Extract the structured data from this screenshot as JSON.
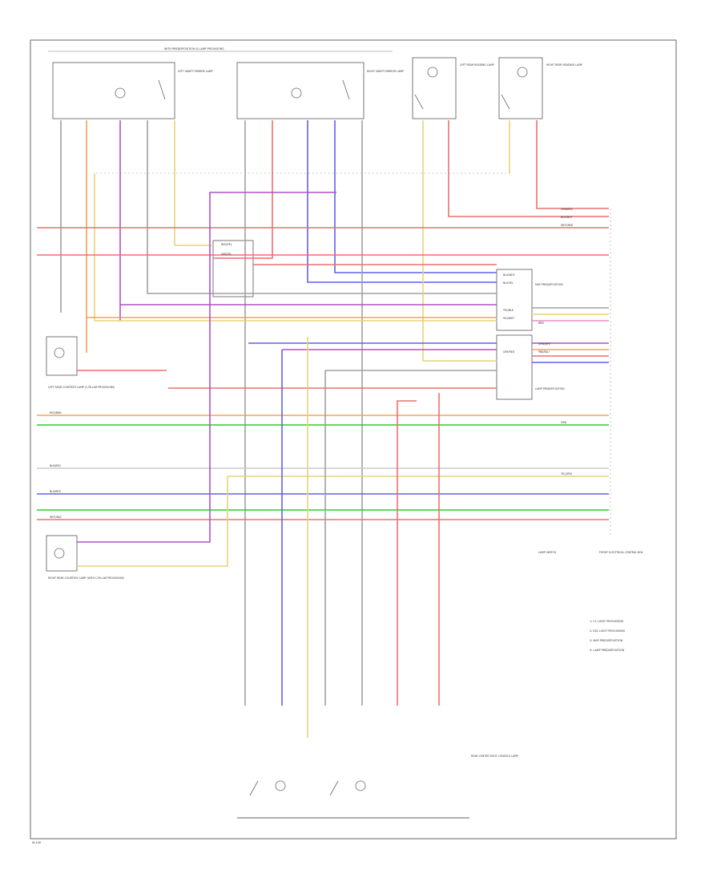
{
  "title": "WITH PREDISPOSITION & LAMP PROVISIONS",
  "page_ref": "W-140",
  "colors": {
    "orange": "#f4a15c",
    "yellow": "#e8d27a",
    "purple": "#b050c8",
    "gray": "#a0a0a0",
    "black": "#555555",
    "red": "#ef6f6f",
    "blue": "#6060ea",
    "green": "#2ecc2e",
    "pink": "#ee8ec4",
    "brown": "#b58a5a"
  },
  "components": {
    "left_vanity": "LEFT VANITY MIRROR LAMP",
    "right_vanity": "RIGHT VANITY MIRROR LAMP",
    "left_rear_reading": "LEFT REAR READING LAMP",
    "right_rear_reading": "RIGHT REAR READING LAMP",
    "left_rear_courtesy": "LEFT REAR COURTESY LAMP (C-PILLAR PROVISIONS)",
    "right_rear_courtesy": "RIGHT REAR COURTESY LAMP (WITH C-PILLAR PROVISIONS)",
    "rear_center_roof": "REAR CENTER ROOF CONSOLE LAMP",
    "junction_box": "FRONT ELECTRICAL CENTRAL BOX",
    "lamp_switch": "LAMP SWITCH",
    "map_predisposition": "MAP PREDISPOSITION",
    "lamp_predisposition": "LAMP PREDISPOSITION"
  },
  "legend": [
    "1: C1 LIGHT PROVISIONS",
    "2: EXC LIGHT PROVISIONS",
    "3: MAP PREDISPOSITION",
    "4: LAMP PREDISPOSITION"
  ],
  "wire_labels": [
    "ORN/RED",
    "BLK/WHT",
    "WHT/RED",
    "RED/YEL",
    "GRY/YEL",
    "BLU/WHT",
    "BLU/YEL",
    "YEL/BLK",
    "VIO/WHT",
    "BRN",
    "GRN/WHT",
    "PNK/BLU",
    "GRY/RED",
    "GRN",
    "RED/BRN",
    "BLU/RED",
    "BLK/RED",
    "YEL/GRN",
    "WHT/BLK"
  ]
}
